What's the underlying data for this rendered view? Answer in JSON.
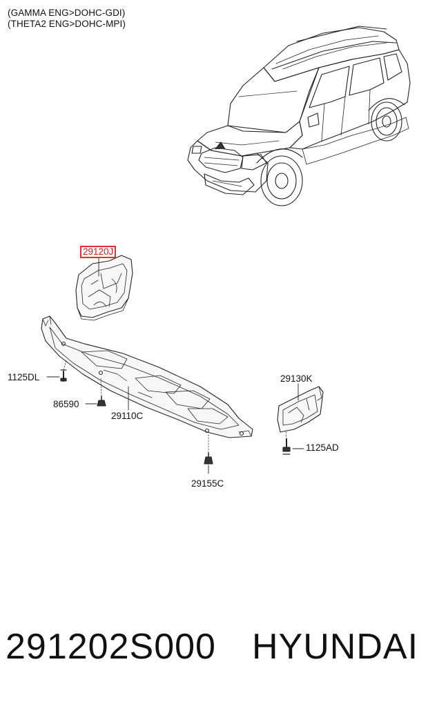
{
  "header": {
    "line1": "(GAMMA ENG>DOHC-GDI)",
    "line2": "(THETA2 ENG>DOHC-MPI)"
  },
  "parts": {
    "p29120J": "29120J",
    "p29130K": "29130K",
    "p1125DL": "1125DL",
    "p86590": "86590",
    "p29110C": "29110C",
    "p1125AD": "1125AD",
    "p29155C": "29155C"
  },
  "highlight": {
    "part": "29120J",
    "color": "#e03030"
  },
  "footer": {
    "part_number": "291202S000",
    "brand": "HYUNDAI"
  }
}
